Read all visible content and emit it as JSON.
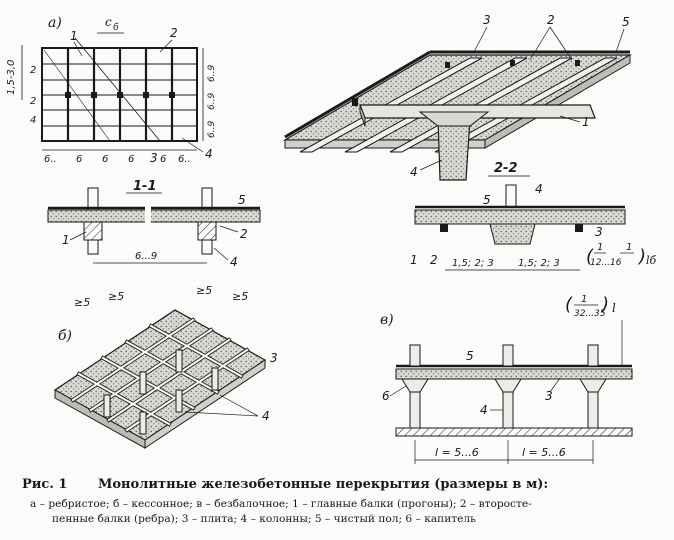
{
  "figure": {
    "panel_a": {
      "letter": "а)",
      "dim_top": "1,5-3,0",
      "label_c": "с",
      "label_b": "б",
      "callouts": [
        "1",
        "2",
        "2",
        "3",
        "4"
      ],
      "row_dims": [
        "6..9",
        "6..9",
        "6..9"
      ],
      "bottom_dims": [
        "6..",
        "6",
        "6",
        "6",
        "6",
        "6.."
      ],
      "left_marks": [
        "2",
        "2",
        "4"
      ]
    },
    "iso_a": {
      "callouts": [
        "3",
        "2",
        "5",
        "1",
        "4"
      ]
    },
    "section_11": {
      "title": "1-1",
      "callouts": [
        "5",
        "2",
        "1",
        "4"
      ],
      "span": "6...9"
    },
    "section_22": {
      "title": "2-2",
      "callouts": [
        "4",
        "5",
        "1",
        "2",
        "3"
      ],
      "spans": [
        "1,5; 2; 3",
        "1,5; 2; 3"
      ],
      "ratio_num": "1",
      "ratio_den": "12...16",
      "ratio_num2": "1",
      "ratio_sub": "lб",
      "ratio_paren_l": "(",
      "ratio_paren_r": ")"
    },
    "panel_b": {
      "letter": "б)",
      "dims": [
        "≥5",
        "≥5",
        "≥5",
        "≥5"
      ],
      "callouts": [
        "3",
        "4"
      ]
    },
    "panel_c": {
      "letter": "в)",
      "ratio_num": "1",
      "ratio_den": "32...35",
      "ratio_l": "l",
      "callouts": [
        "5",
        "6",
        "4",
        "3"
      ],
      "spans": [
        "l = 5...6",
        "l = 5...6"
      ]
    }
  },
  "caption": {
    "fig_label": "Рис. 1",
    "title": "Монолитные железобетонные перекрытия (размеры в м):",
    "line1": "а – ребристое; б – кессонное; в – безбалочное; 1 – главные балки (прогоны); 2 – второсте-",
    "line2": "пенные балки (ребра); 3 – плита; 4 – колонны; 5 – чистый пол; 6 – капитель"
  },
  "colors": {
    "ink": "#1a1a1a",
    "concrete": "#cfcfcb",
    "paper": "#fbfbf9"
  }
}
